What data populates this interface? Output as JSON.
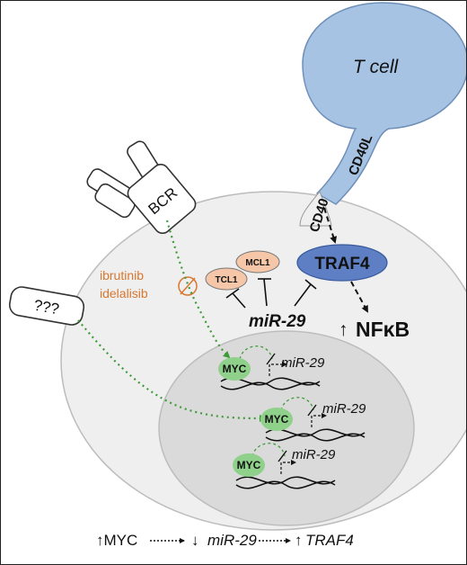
{
  "labels": {
    "t_cell": "T cell",
    "cd40l": "CD40L",
    "cd40": "CD40",
    "bcr": "BCR",
    "unknown_receptor": "???",
    "traf4": "TRAF4",
    "mcl1": "MCL1",
    "tcl1": "TCL1",
    "mir29_center": "miR-29",
    "nfkb_arrow": "↑",
    "nfkb": "NFκB",
    "drug1": "ibrutinib",
    "drug2": "idelalisib",
    "myc": "MYC",
    "mir29_gene": "miR-29"
  },
  "summary": {
    "part1": "↑MYC",
    "part2": "↓",
    "part3": "miR-29",
    "part4": "↑",
    "part5": "TRAF4"
  },
  "colors": {
    "tcell_fill": "#a7c3e3",
    "tcell_stroke": "#6e8fb8",
    "bcell_fill": "#efefef",
    "nucleus_fill": "#dadada",
    "traf4_fill": "#5f7fc4",
    "pill_fill": "#f5c7a8",
    "myc_fill": "#8fd08a",
    "green_dotted": "#3f9a3a",
    "drug_orange": "#d9772f"
  }
}
